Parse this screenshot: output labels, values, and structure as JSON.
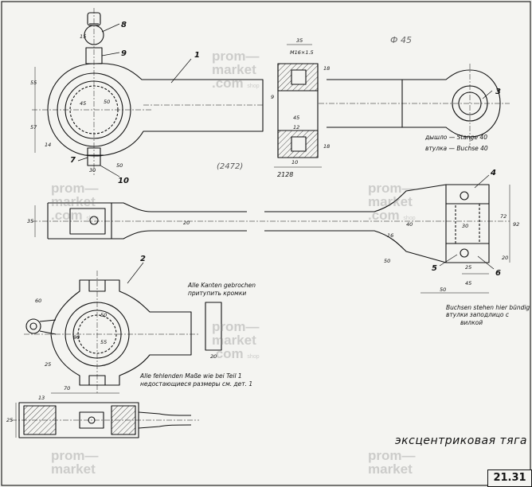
{
  "title": "эксцентриковая тяга",
  "sheet_number": "21.31",
  "handwritten": [
    "(2472)",
    "Ф 45"
  ],
  "watermark": {
    "line1": "prom—",
    "line2": "market",
    "line3": ".com",
    "suffix": "shop"
  },
  "notes": {
    "kanten_1": "Alle Kanten gebrochen",
    "kanten_2": "притупить кромки",
    "masse_1": "Alle fehlenden Maße wie bei Teil 1",
    "masse_2": "недостающиеся размеры см. дет. 1",
    "buchsen_1": "Buchsen stehen hier bündig",
    "buchsen_2": "втулки заподлицо с",
    "buchsen_3": "вилкой",
    "dyshlo": "дышло — Stange 40",
    "vtulka": "втулка — Buchse 40"
  },
  "part_numbers": [
    "1",
    "2",
    "3",
    "4",
    "5",
    "6",
    "7",
    "8",
    "9",
    "10"
  ],
  "dimensions": {
    "d35a": "35",
    "m16": "M16×1.5",
    "d18": "18",
    "d9": "9",
    "d45": "45",
    "d12": "12",
    "d18b": "18",
    "d10": "10",
    "d2128": "2128",
    "d55": "55",
    "d57": "57",
    "d50": "50",
    "d30": "30",
    "d14": "14",
    "d15": "15",
    "d45b": "45",
    "d50b": "50",
    "d35b": "35",
    "d20": "20",
    "d30b": "30",
    "d72": "72",
    "d92": "92",
    "d20b": "20",
    "d25": "25",
    "d45c": "45",
    "d50c": "50",
    "d16": "16",
    "d40": "40",
    "d50d": "50",
    "d60": "60",
    "d25b": "25",
    "d70": "70",
    "d13": "13",
    "d20c": "20",
    "d50e": "50",
    "d90": "90",
    "d55b": "55",
    "d25c": "25"
  }
}
